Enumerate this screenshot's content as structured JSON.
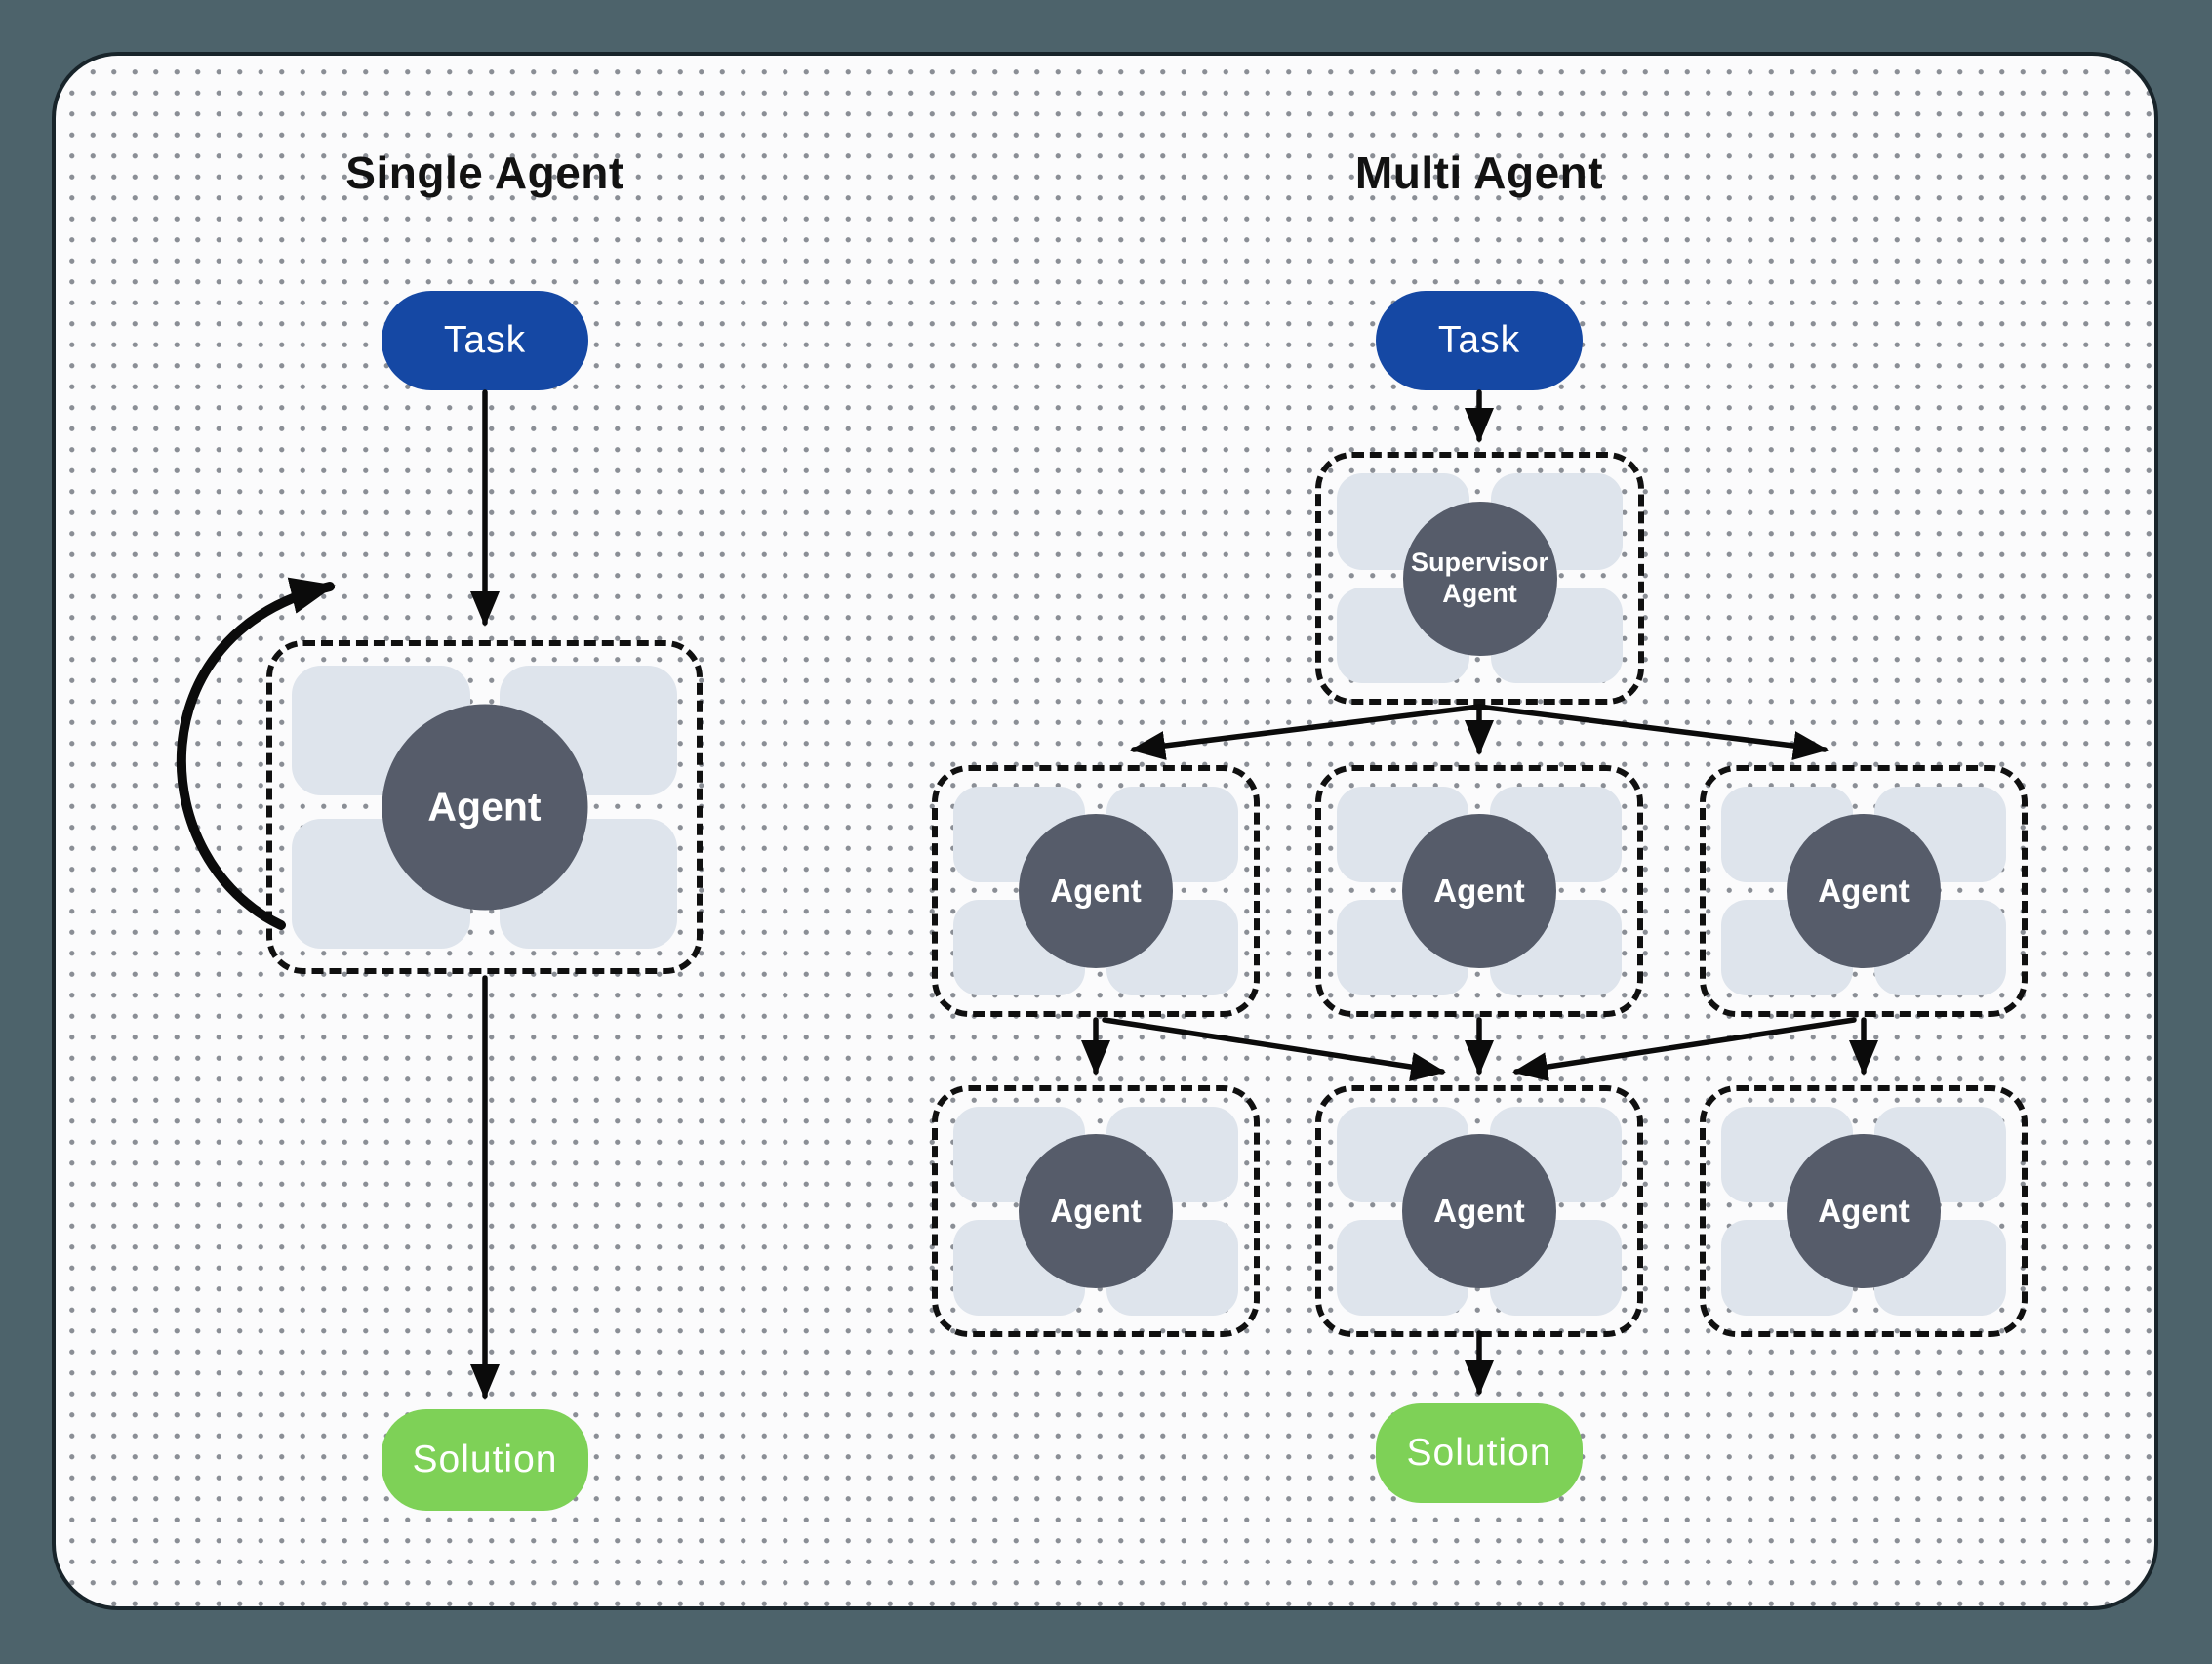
{
  "single_agent": {
    "title": "Single Agent",
    "task_label": "Task",
    "agent_label": "Agent",
    "solution_label": "Solution"
  },
  "multi_agent": {
    "title": "Multi Agent",
    "task_label": "Task",
    "supervisor_label": "Supervisor Agent",
    "agents": [
      "Agent",
      "Agent",
      "Agent",
      "Agent",
      "Agent",
      "Agent"
    ],
    "solution_label": "Solution"
  },
  "colors": {
    "outer_bg": "#4d636b",
    "panel_bg": "#fbfbfc",
    "dot_color": "#8a8e95",
    "task_blue": "#1548a4",
    "solution_green": "#7ed157",
    "agent_circle": "#565c6a",
    "quadrant": "#dee4ec",
    "arrow": "#0b0b0b"
  }
}
